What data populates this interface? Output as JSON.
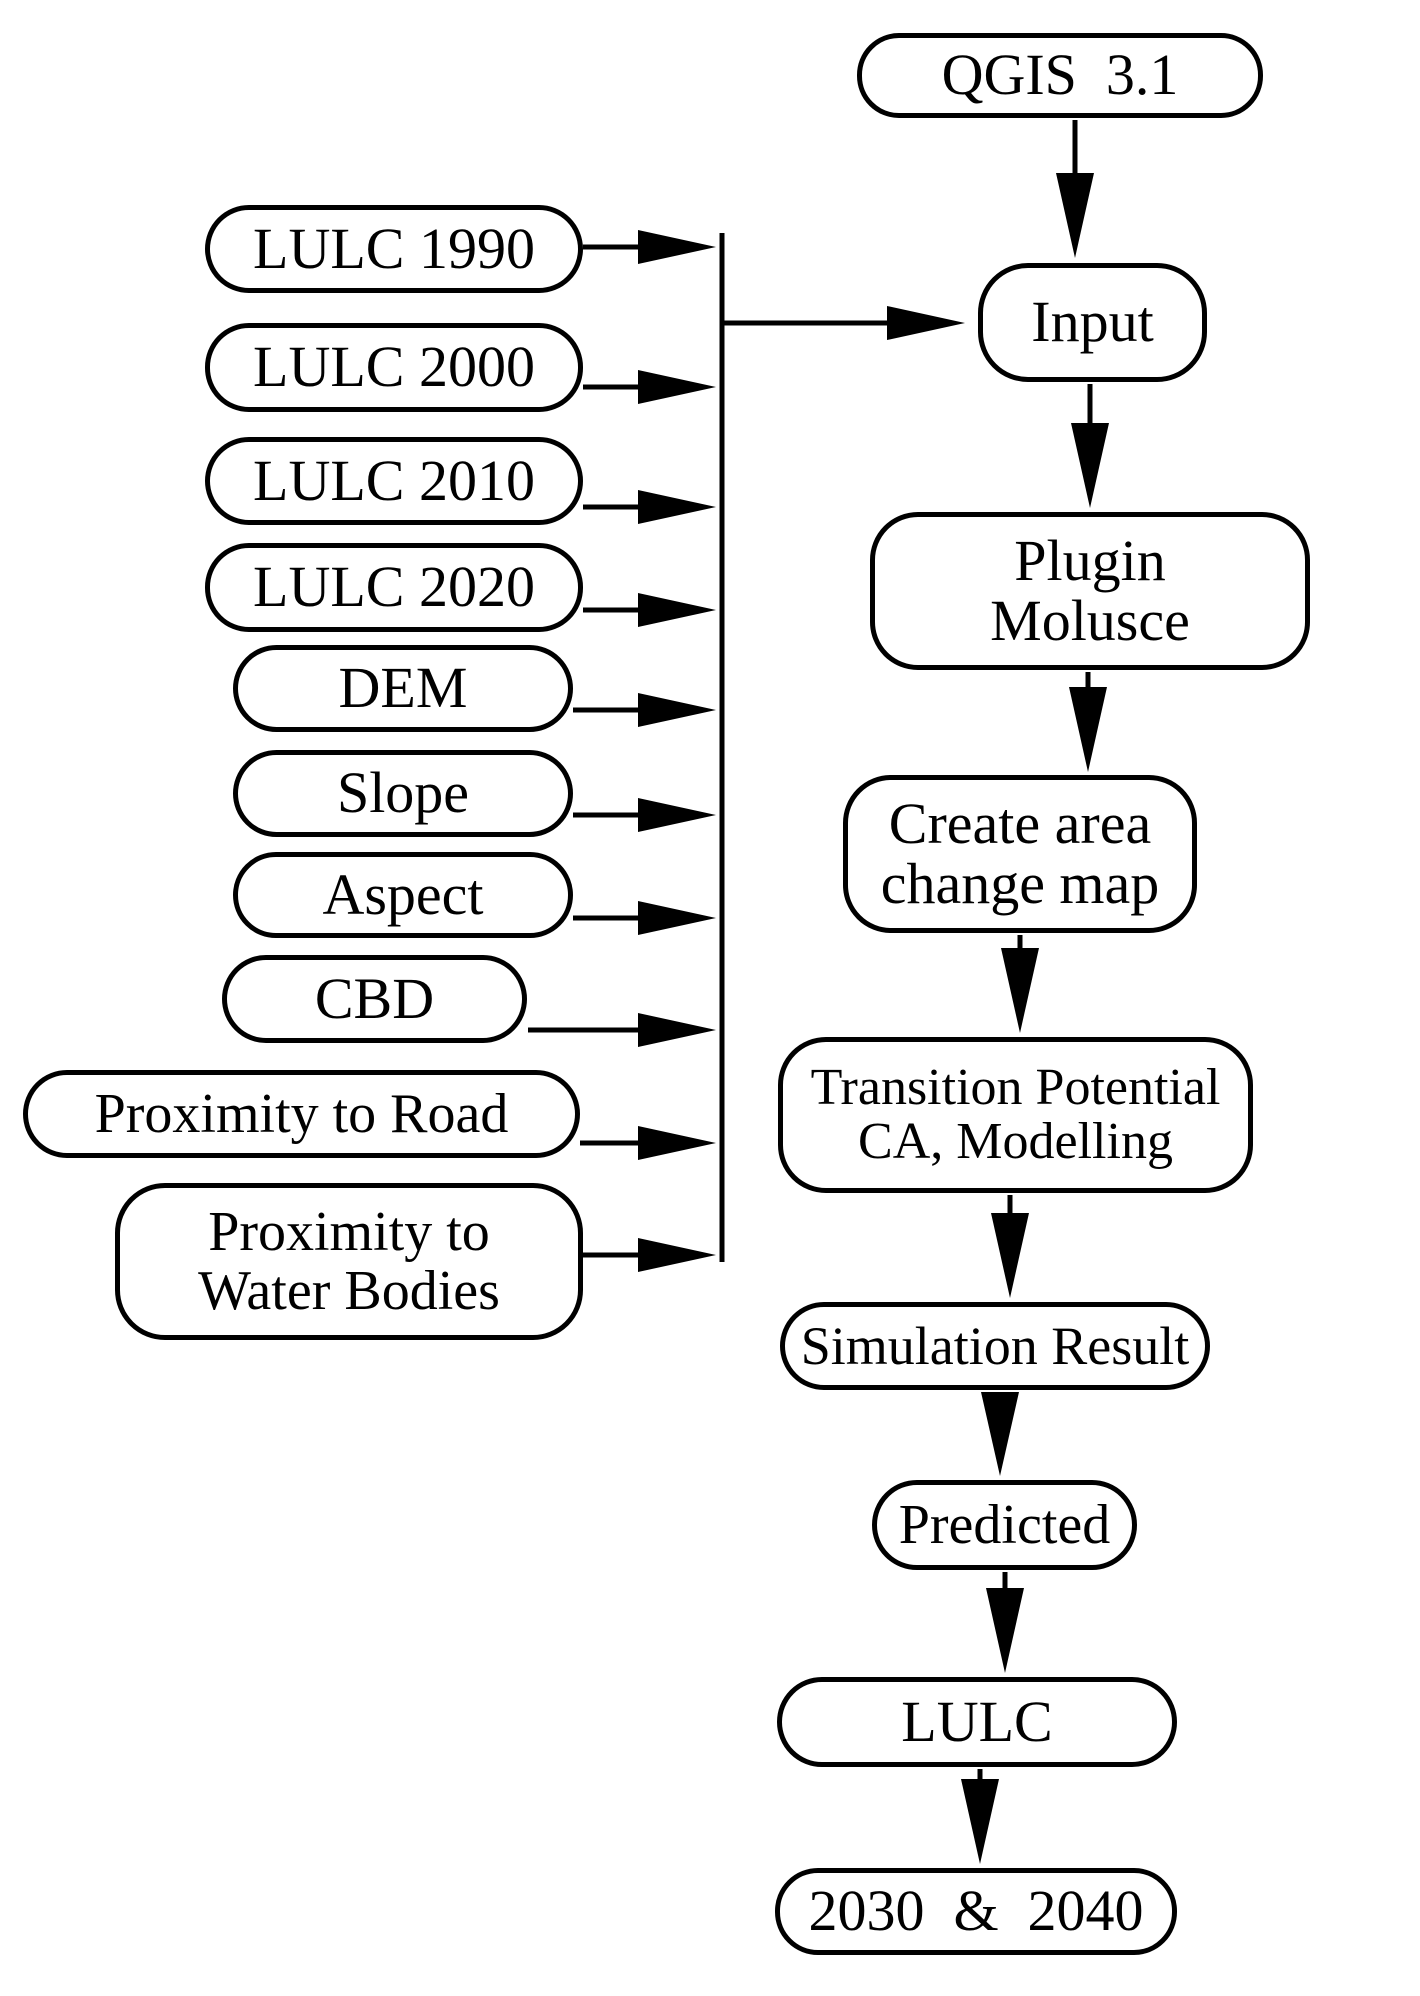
{
  "colors": {
    "ink": "#000000",
    "background": "#ffffff"
  },
  "flowchart": {
    "sources": [
      {
        "label": "LULC 1990"
      },
      {
        "label": "LULC 2000"
      },
      {
        "label": "LULC 2010"
      },
      {
        "label": "LULC 2020"
      },
      {
        "label": "DEM"
      },
      {
        "label": "Slope"
      },
      {
        "label": "Aspect"
      },
      {
        "label": "CBD"
      },
      {
        "label": "Proximity to Road"
      },
      {
        "label": "Proximity to\nWater Bodies"
      }
    ],
    "pipeline": [
      {
        "label": "QGIS  3.1"
      },
      {
        "label": "Input"
      },
      {
        "label": "Plugin\nMolusce"
      },
      {
        "label": "Create area\nchange map"
      },
      {
        "label": "Transition Potential\nCA, Modelling"
      },
      {
        "label": "Simulation Result"
      },
      {
        "label": "Predicted"
      },
      {
        "label": "LULC"
      },
      {
        "label": "2030  &  2040"
      }
    ]
  }
}
